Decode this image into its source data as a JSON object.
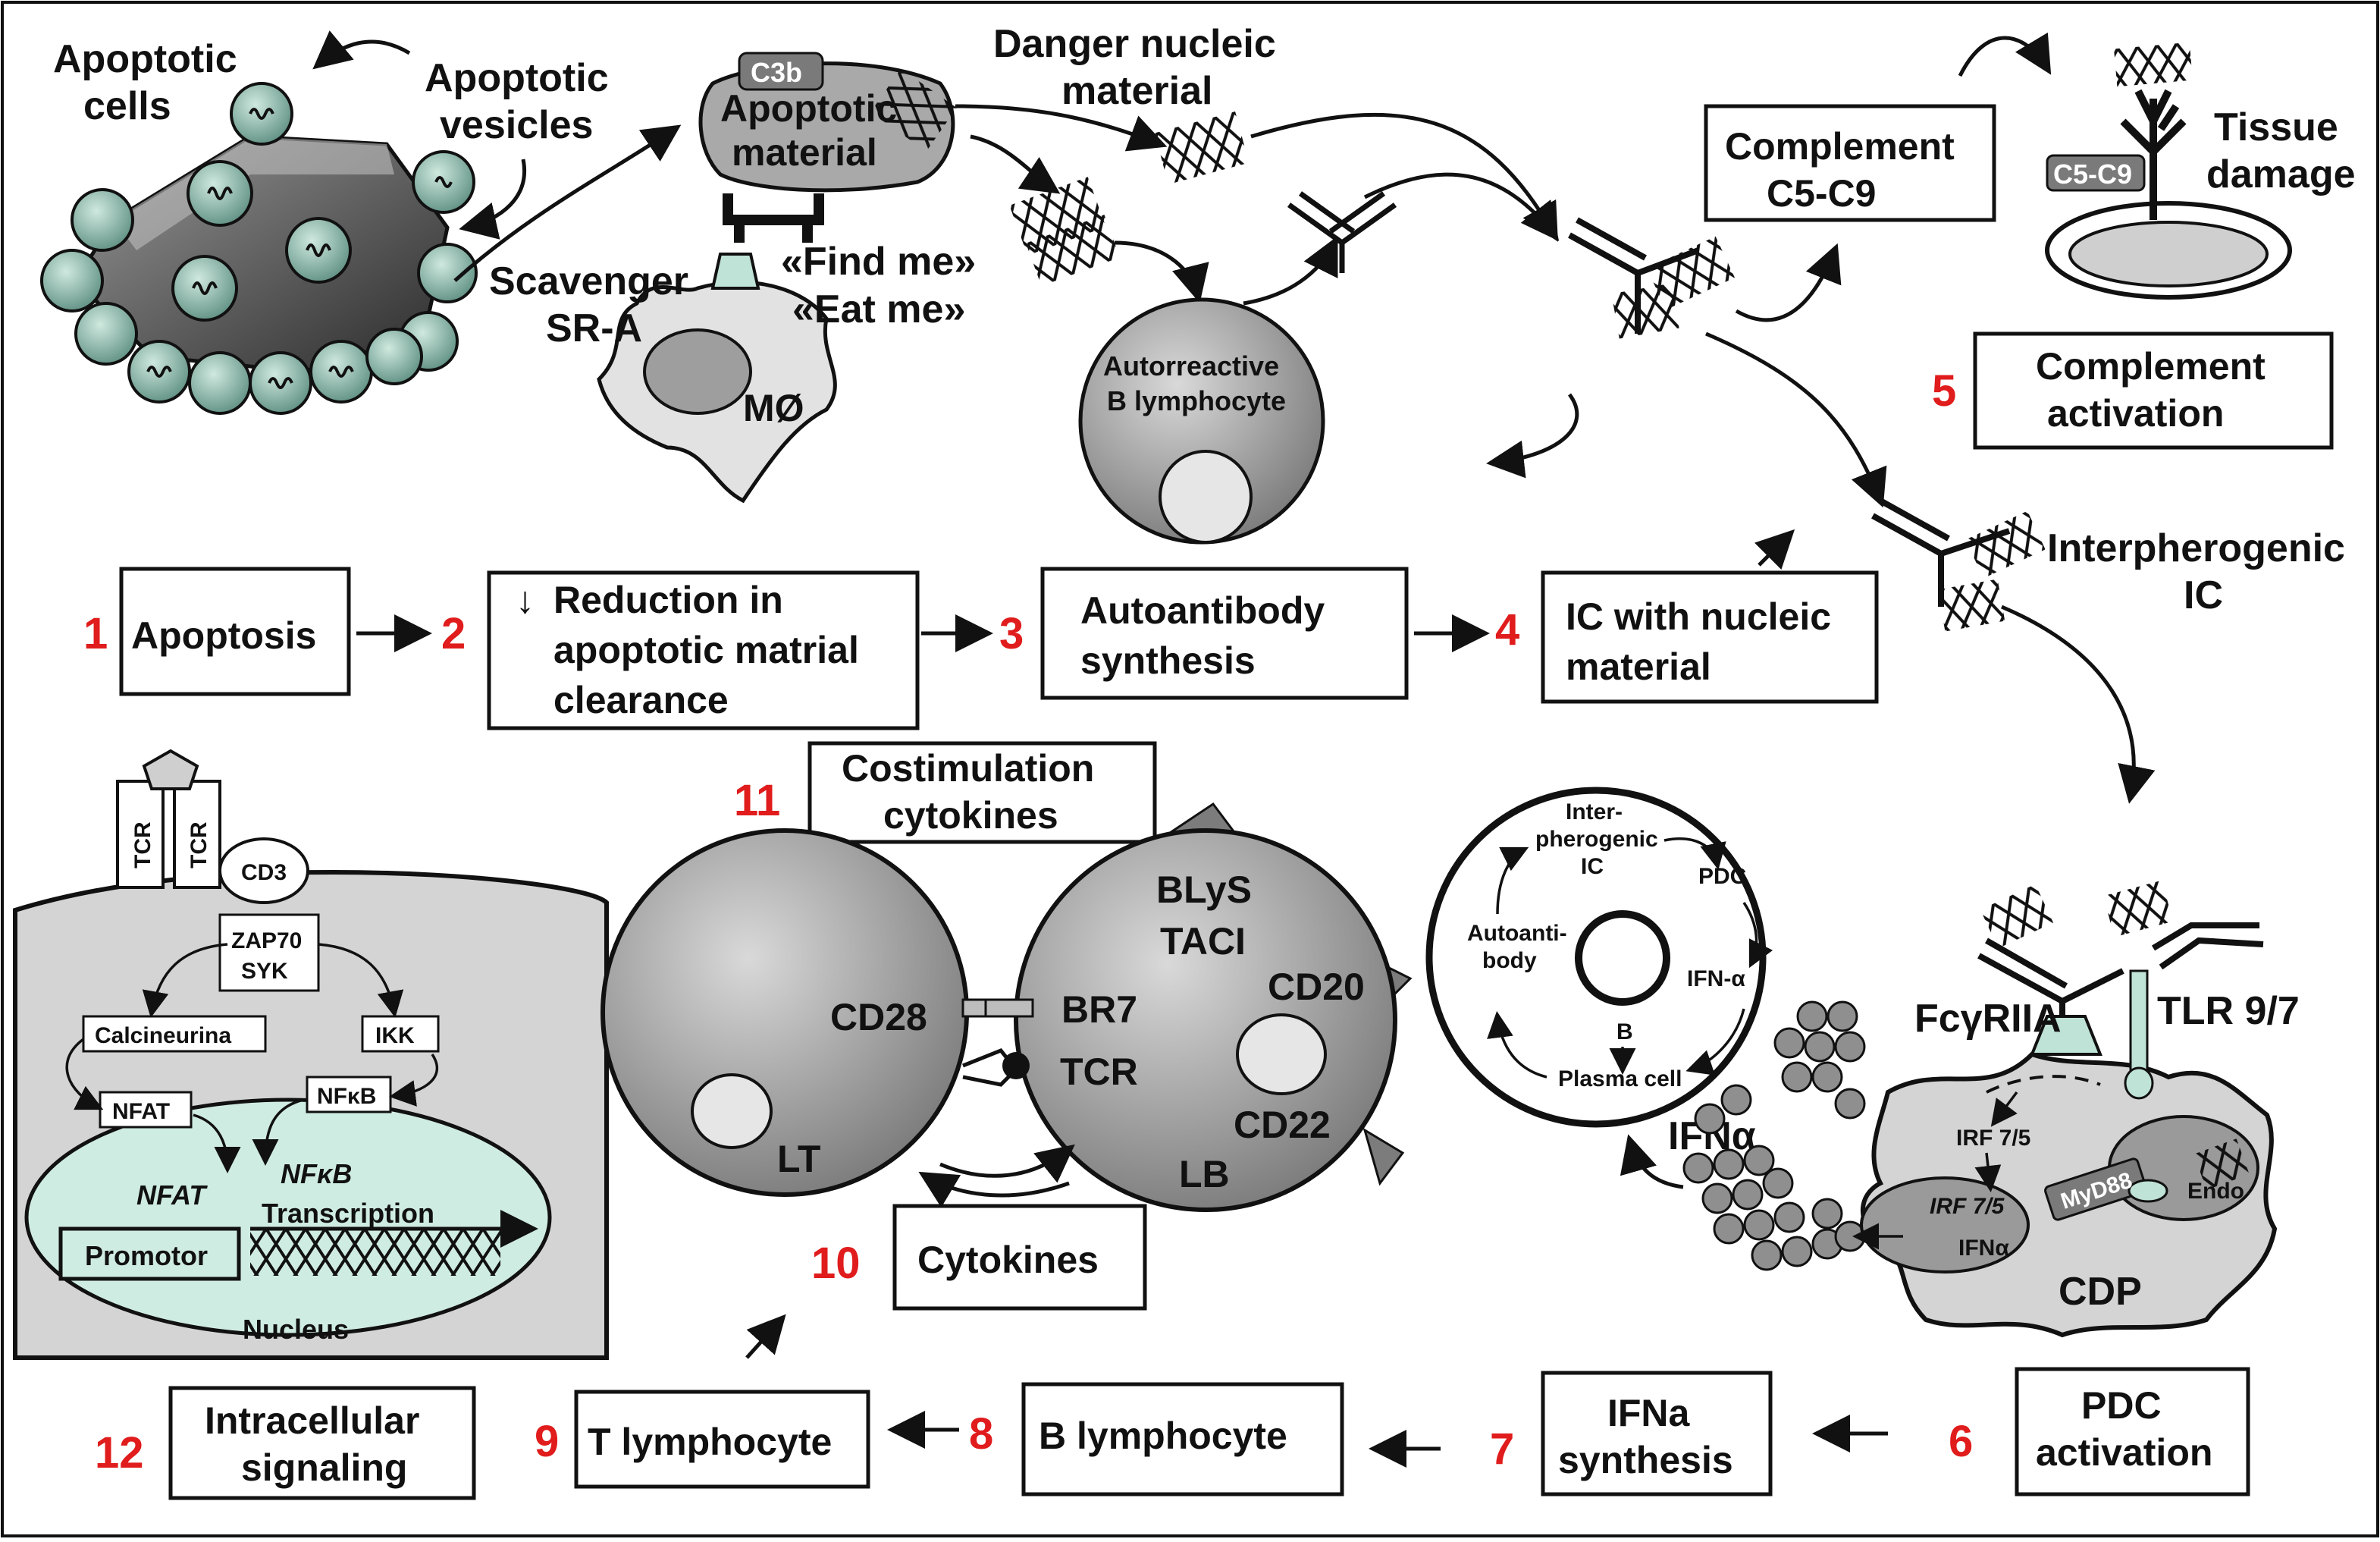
{
  "top": {
    "apoptotic_cells": [
      "Apoptotic",
      "cells"
    ],
    "apoptotic_vesicles": [
      "Apoptotic",
      "vesicles"
    ],
    "c3b": "C3b",
    "apoptotic_material": [
      "Apoptotic",
      "material"
    ],
    "danger_material": [
      "Danger nucleic",
      "material"
    ],
    "scavenger": [
      "Scavenger",
      "SR-A"
    ],
    "find_me": "«Find me»",
    "eat_me": "«Eat me»",
    "macrophage": "MØ",
    "b_lymph": [
      "Autorreactive",
      "B lymphocyte"
    ],
    "complement_box": [
      "Complement",
      "C5-C9"
    ],
    "c5c9": "C5-C9",
    "tissue_damage": [
      "Tissue",
      "damage"
    ],
    "complement_activation": [
      "Complement",
      "activation"
    ],
    "interpherogenic_ic": [
      "Interpherogenic",
      "IC"
    ]
  },
  "steps": {
    "s1": {
      "num": "1",
      "label": "Apoptosis"
    },
    "s2": {
      "num": "2",
      "lines": [
        "Reduction in",
        "apoptotic matrial",
        "clearance"
      ],
      "down_arrow": "↓"
    },
    "s3": {
      "num": "3",
      "lines": [
        "Autoantibody",
        "synthesis"
      ]
    },
    "s4": {
      "num": "4",
      "lines": [
        "IC with nucleic",
        "material"
      ]
    },
    "s5": {
      "num": "5"
    },
    "s6": {
      "num": "6",
      "lines": [
        "PDC",
        "activation"
      ]
    },
    "s7": {
      "num": "7",
      "lines": [
        "IFNa",
        "synthesis"
      ]
    },
    "s8": {
      "num": "8",
      "label": "B lymphocyte"
    },
    "s9": {
      "num": "9",
      "label": "T lymphocyte"
    },
    "s10": {
      "num": "10",
      "label": "Cytokines"
    },
    "s11": {
      "num": "11",
      "lines": [
        "Costimulation",
        "cytokines"
      ]
    },
    "s12": {
      "num": "12",
      "lines": [
        "Intracellular",
        "signaling"
      ]
    }
  },
  "signaling": {
    "tcr": "TCR",
    "cd3": "CD3",
    "zap70": [
      "ZAP70",
      "SYK"
    ],
    "calcineurina": "Calcineurina",
    "ikk": "IKK",
    "nfat": "NFAT",
    "nfkb": "NFκB",
    "nfat_i": "NFAT",
    "nfkb_i": "NFκB",
    "transcription": "Transcription",
    "promotor": "Promotor",
    "nucleus": "Nucleus"
  },
  "cells": {
    "cd28": "CD28",
    "lt": "LT",
    "blys": "BLyS",
    "taci": "TACI",
    "br7": "BR7",
    "tcr": "TCR",
    "cd20": "CD20",
    "cd22": "CD22",
    "lb": "LB"
  },
  "cycle": {
    "interpherogenic": [
      "Inter-",
      "pherogenic",
      "IC"
    ],
    "pdc": "PDC",
    "ifn": "IFN-α",
    "autoantibody": [
      "Autoanti-",
      "body"
    ],
    "b": "B",
    "plasma": "Plasma cell",
    "ifna_label": "IFNα"
  },
  "pdc": {
    "fcgriia": "FcγRIIA",
    "tlr": "TLR 9/7",
    "irf": "IRF 7/5",
    "irf_i": "IRF 7/5",
    "ifna_small": "IFNα",
    "myd88": "MyD88",
    "endo": "Endo",
    "cdp": "CDP"
  }
}
